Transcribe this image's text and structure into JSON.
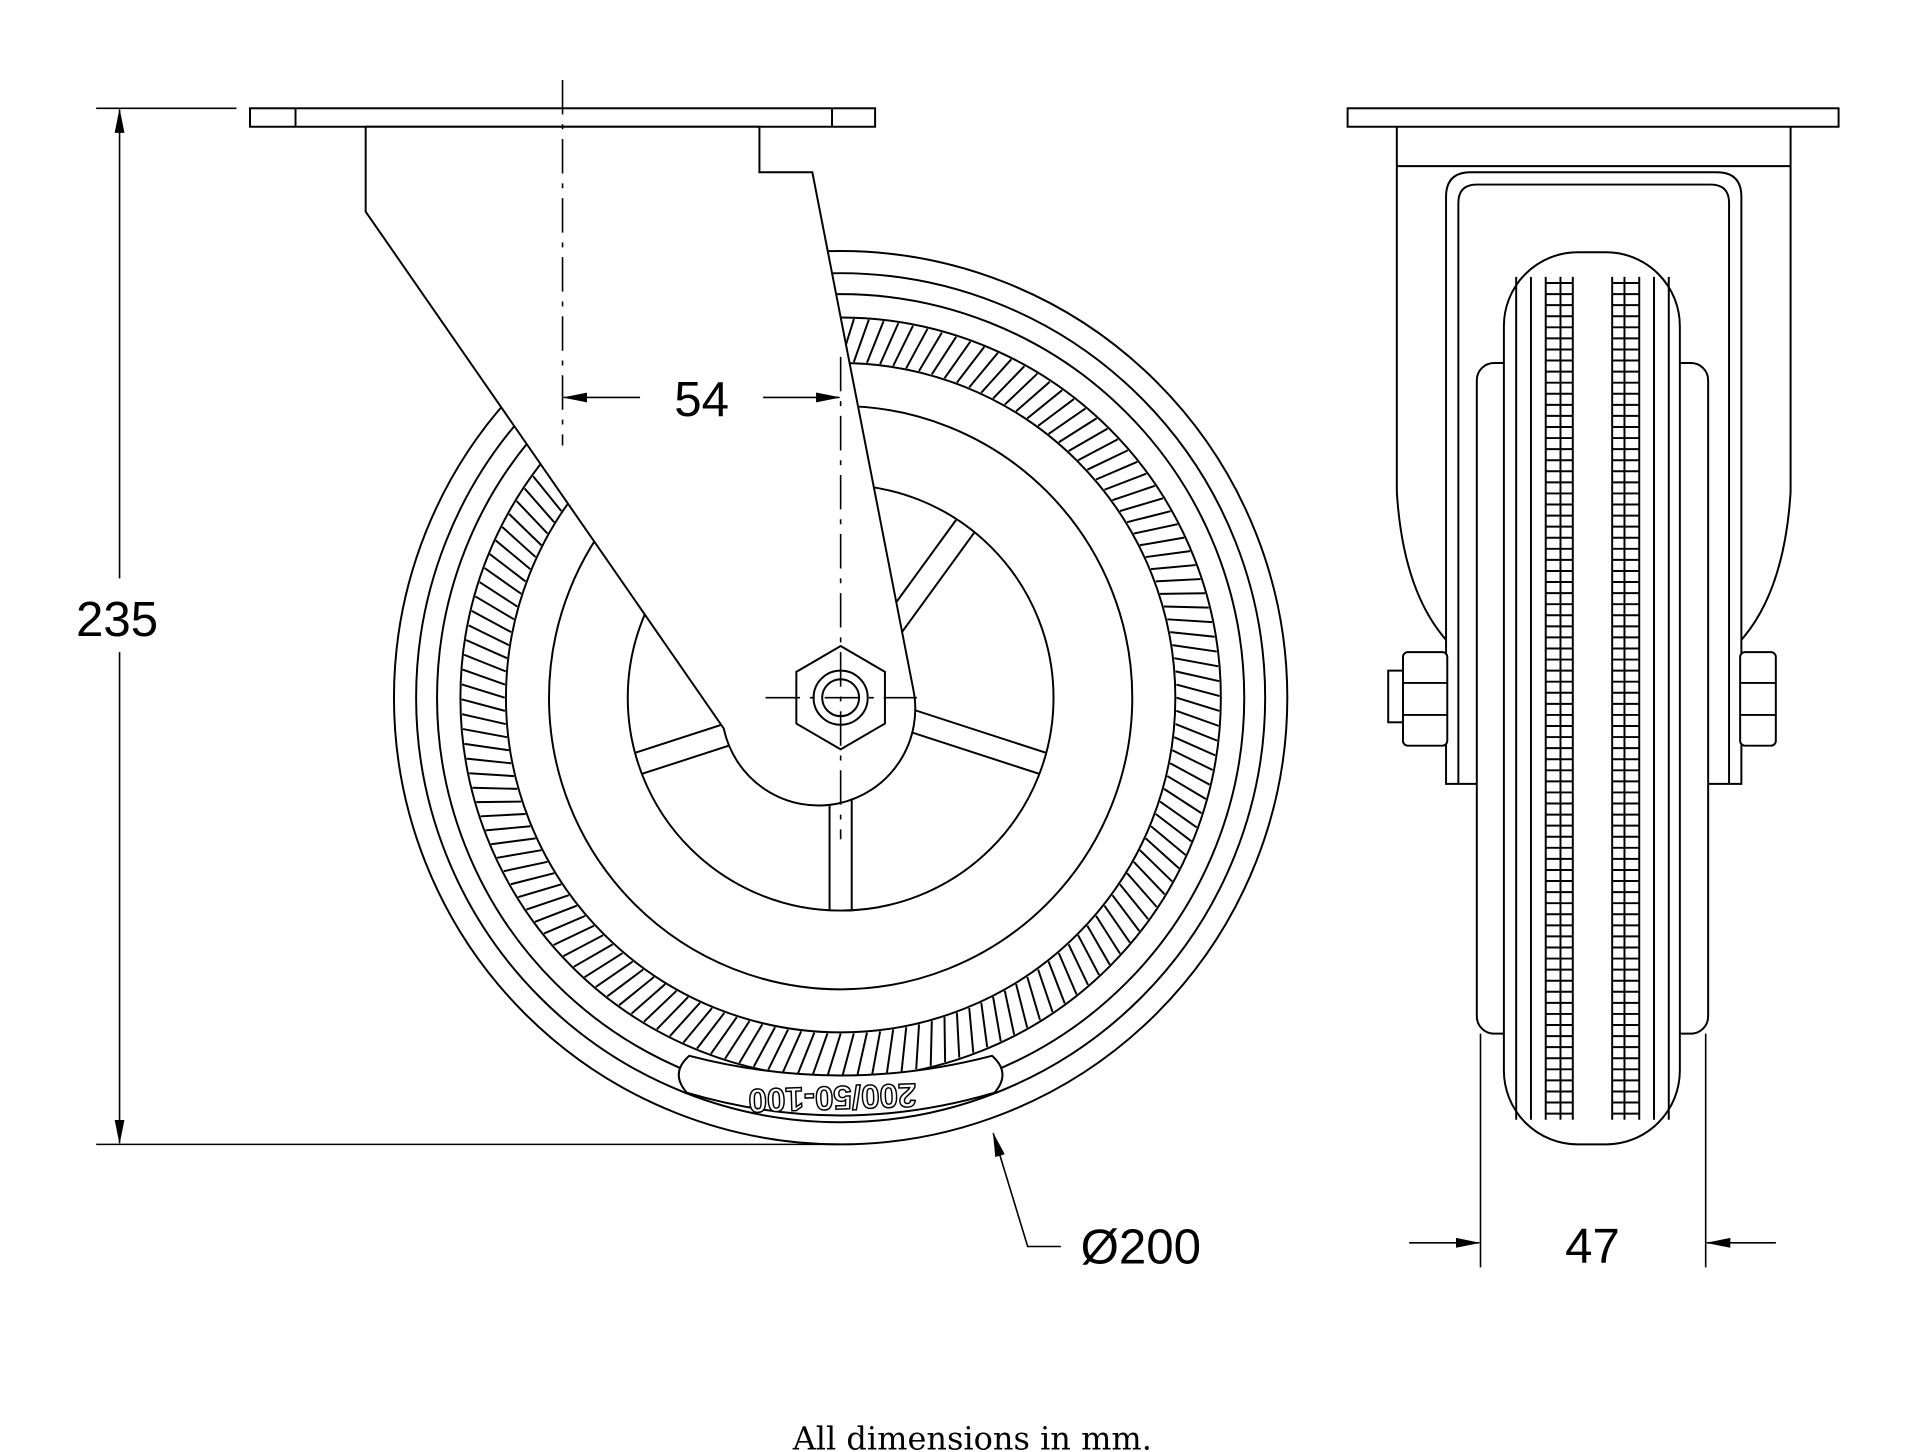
{
  "dimensions": {
    "height": "235",
    "offset": "54",
    "diameter": "Ø200",
    "width": "47"
  },
  "tyre_marking": "200/50-100",
  "note": "All dimensions in mm."
}
